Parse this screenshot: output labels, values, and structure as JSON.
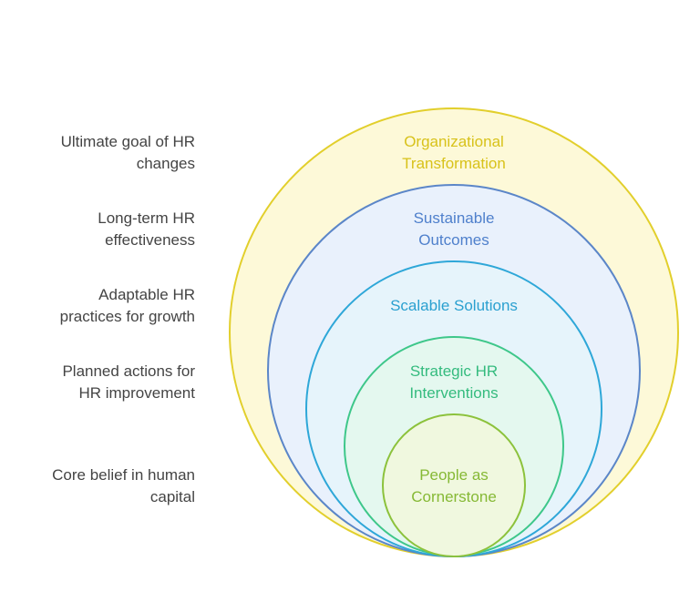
{
  "layers": [
    {
      "title": "Organizational\nTransformation",
      "description": "Ultimate goal of HR\nchanges",
      "fill": "#fdf9d8",
      "stroke": "#e2cf2c",
      "text_color": "#d8c21a"
    },
    {
      "title": "Sustainable\nOutcomes",
      "description": "Long-term HR\neffectiveness",
      "fill": "#e9f1fc",
      "stroke": "#5b86c8",
      "text_color": "#4f80cc"
    },
    {
      "title": "Scalable Solutions",
      "description": "Adaptable HR\npractices for growth",
      "fill": "#e6f4fb",
      "stroke": "#2ea7d8",
      "text_color": "#2aa0d0"
    },
    {
      "title": "Strategic HR\nInterventions",
      "description": "Planned actions for\nHR improvement",
      "fill": "#e4f8ef",
      "stroke": "#3ec78a",
      "text_color": "#34bb7e"
    },
    {
      "title": "People as\nCornerstone",
      "description": "Core belief in human\ncapital",
      "fill": "#f0f8df",
      "stroke": "#8cc23c",
      "text_color": "#86b935"
    }
  ]
}
